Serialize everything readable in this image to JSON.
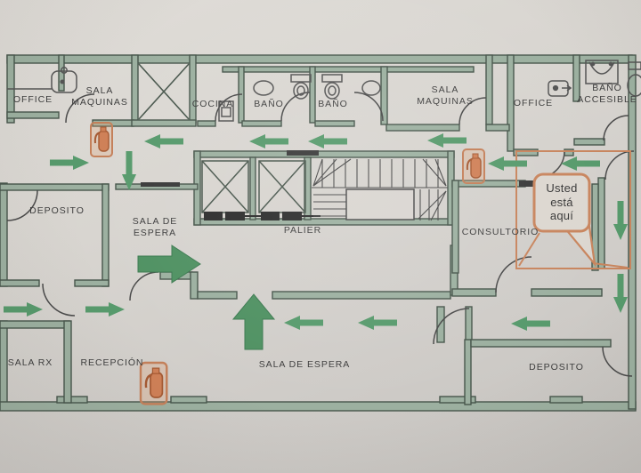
{
  "plan_type": "evacuation-floor-plan",
  "rooms": {
    "office_top_left": "OFFICE",
    "sala_maquinas_left": "SALA\nMAQUINAS",
    "cocina": "COCINA",
    "bano_1": "BAÑO",
    "bano_2": "BAÑO",
    "sala_maquinas_right": "SALA\nMAQUINAS",
    "office_top_right": "OFFICE",
    "bano_accesible": "BAÑO\nACCESIBLE",
    "deposito_left": "DEPOSITO",
    "sala_de_espera_left": "SALA DE\nESPERA",
    "palier": "PALIER",
    "consultorio": "CONSULTORIO",
    "sala_rx": "SALA RX",
    "recepcion": "RECEPCIÓN",
    "sala_de_espera_bottom": "SALA DE ESPERA",
    "deposito_bottom_right": "DEPOSITO"
  },
  "marker": {
    "you_are_here": "Usted\nestá\naquí"
  },
  "icons": {
    "fire_extinguisher": "fire-extinguisher-icon",
    "elevator": "elevator-icon",
    "stairs": "stairs-icon",
    "toilet": "toilet-icon",
    "sink": "sink-icon",
    "kitchen_sink": "kitchen-sink-icon",
    "water_heater": "water-heater-icon",
    "electrical_panel": "electrical-panel-icon",
    "evacuation_arrow": "evacuation-arrow-icon"
  },
  "colors": {
    "paper": "#d6d3ce",
    "wall_fill": "#9cb0a0",
    "wall_outline": "#47564b",
    "thin_line": "#4a4a4a",
    "arrow_green": "#579a6c",
    "big_arrow_green": "#4f9162",
    "accent_orange": "#c8855e",
    "extinguisher_orange": "#cf8057",
    "text": "#3e3e3e"
  }
}
